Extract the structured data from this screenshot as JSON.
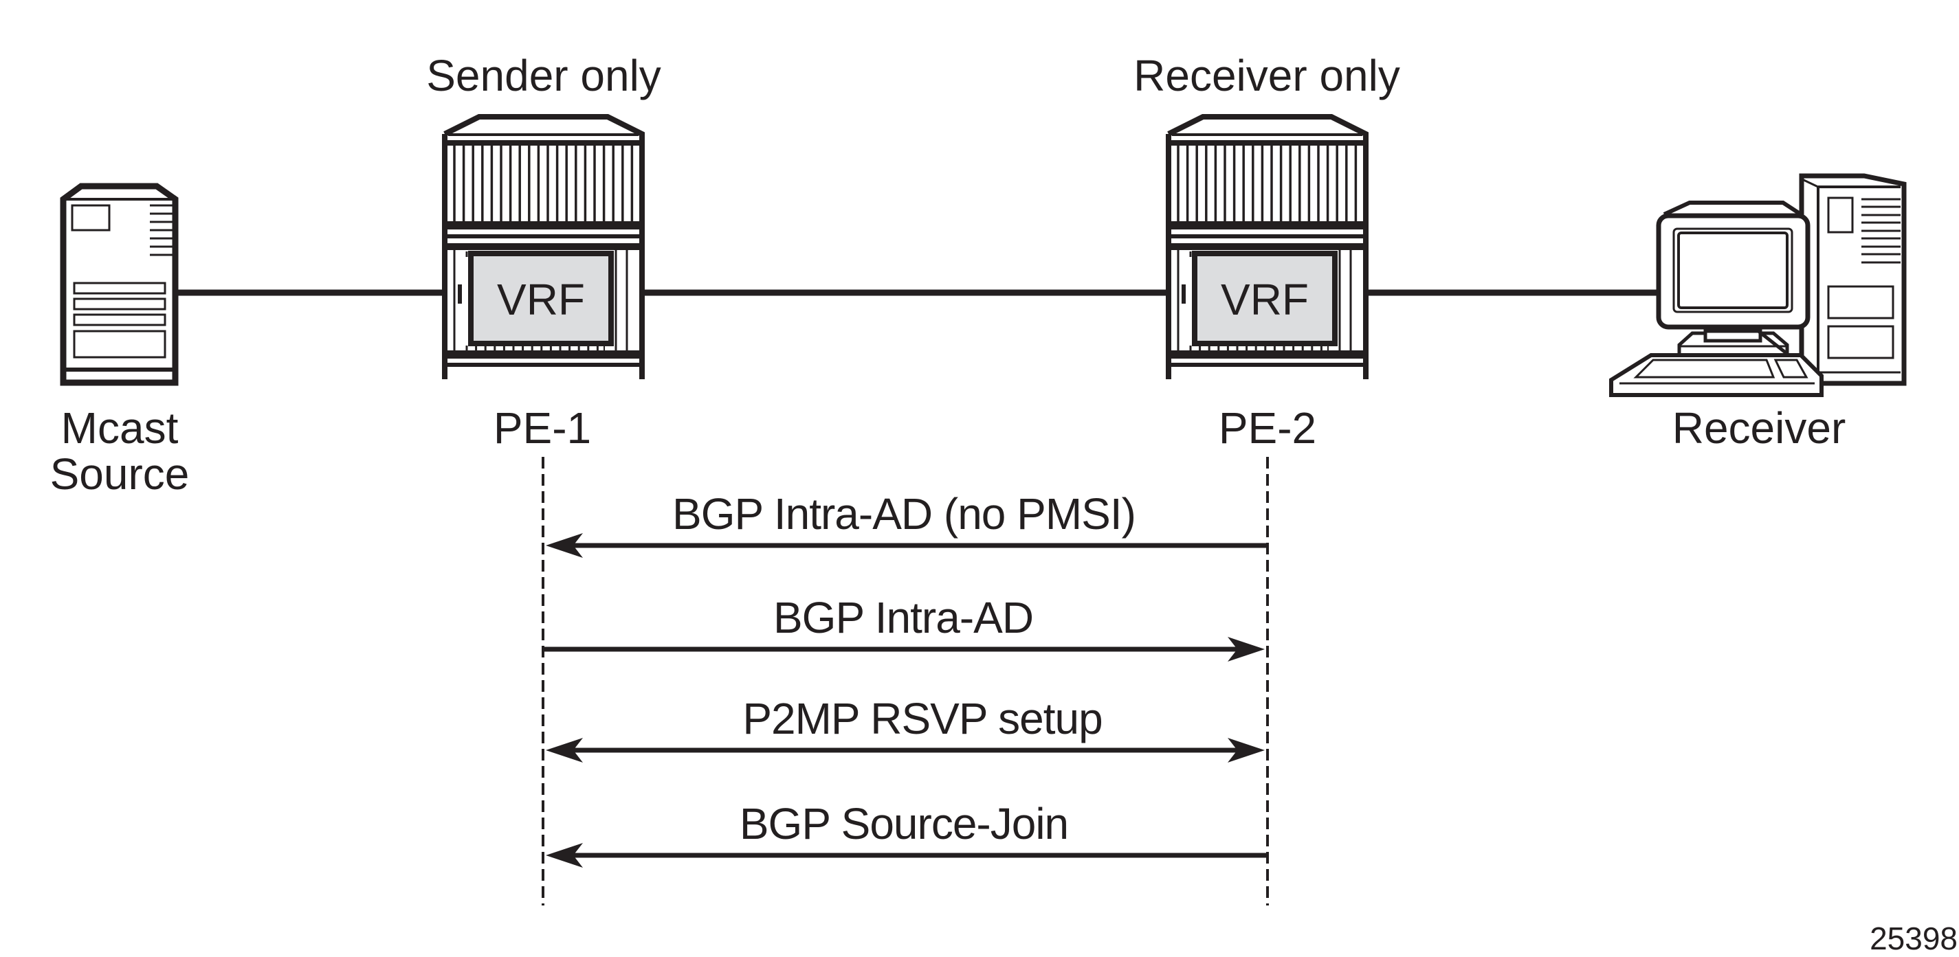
{
  "diagram": {
    "title_labels": {
      "sender_role": "Sender only",
      "receiver_role": "Receiver only"
    },
    "nodes": [
      {
        "id": "mcast-source",
        "type": "server",
        "label_lines": [
          "Mcast",
          "Source"
        ]
      },
      {
        "id": "pe-1",
        "type": "router",
        "label": "PE-1",
        "role": "Sender only",
        "inner_label": "VRF"
      },
      {
        "id": "pe-2",
        "type": "router",
        "label": "PE-2",
        "role": "Receiver only",
        "inner_label": "VRF"
      },
      {
        "id": "receiver",
        "type": "workstation",
        "label": "Receiver"
      }
    ],
    "links": [
      {
        "from": "mcast-source",
        "to": "pe-1"
      },
      {
        "from": "pe-1",
        "to": "pe-2"
      },
      {
        "from": "pe-2",
        "to": "receiver"
      }
    ],
    "messages": [
      {
        "label": "BGP Intra-AD (no PMSI)",
        "from": "PE-2",
        "to": "PE-1",
        "direction": "left"
      },
      {
        "label": "BGP Intra-AD",
        "from": "PE-1",
        "to": "PE-2",
        "direction": "right"
      },
      {
        "label": "P2MP RSVP setup",
        "from": "PE-1",
        "to": "PE-2",
        "direction": "both"
      },
      {
        "label": "BGP Source-Join",
        "from": "PE-2",
        "to": "PE-1",
        "direction": "left"
      }
    ],
    "figure_number": "25398",
    "colors": {
      "line": "#231f20",
      "vrf_fill": "#dcdddf",
      "background": "#ffffff"
    }
  }
}
